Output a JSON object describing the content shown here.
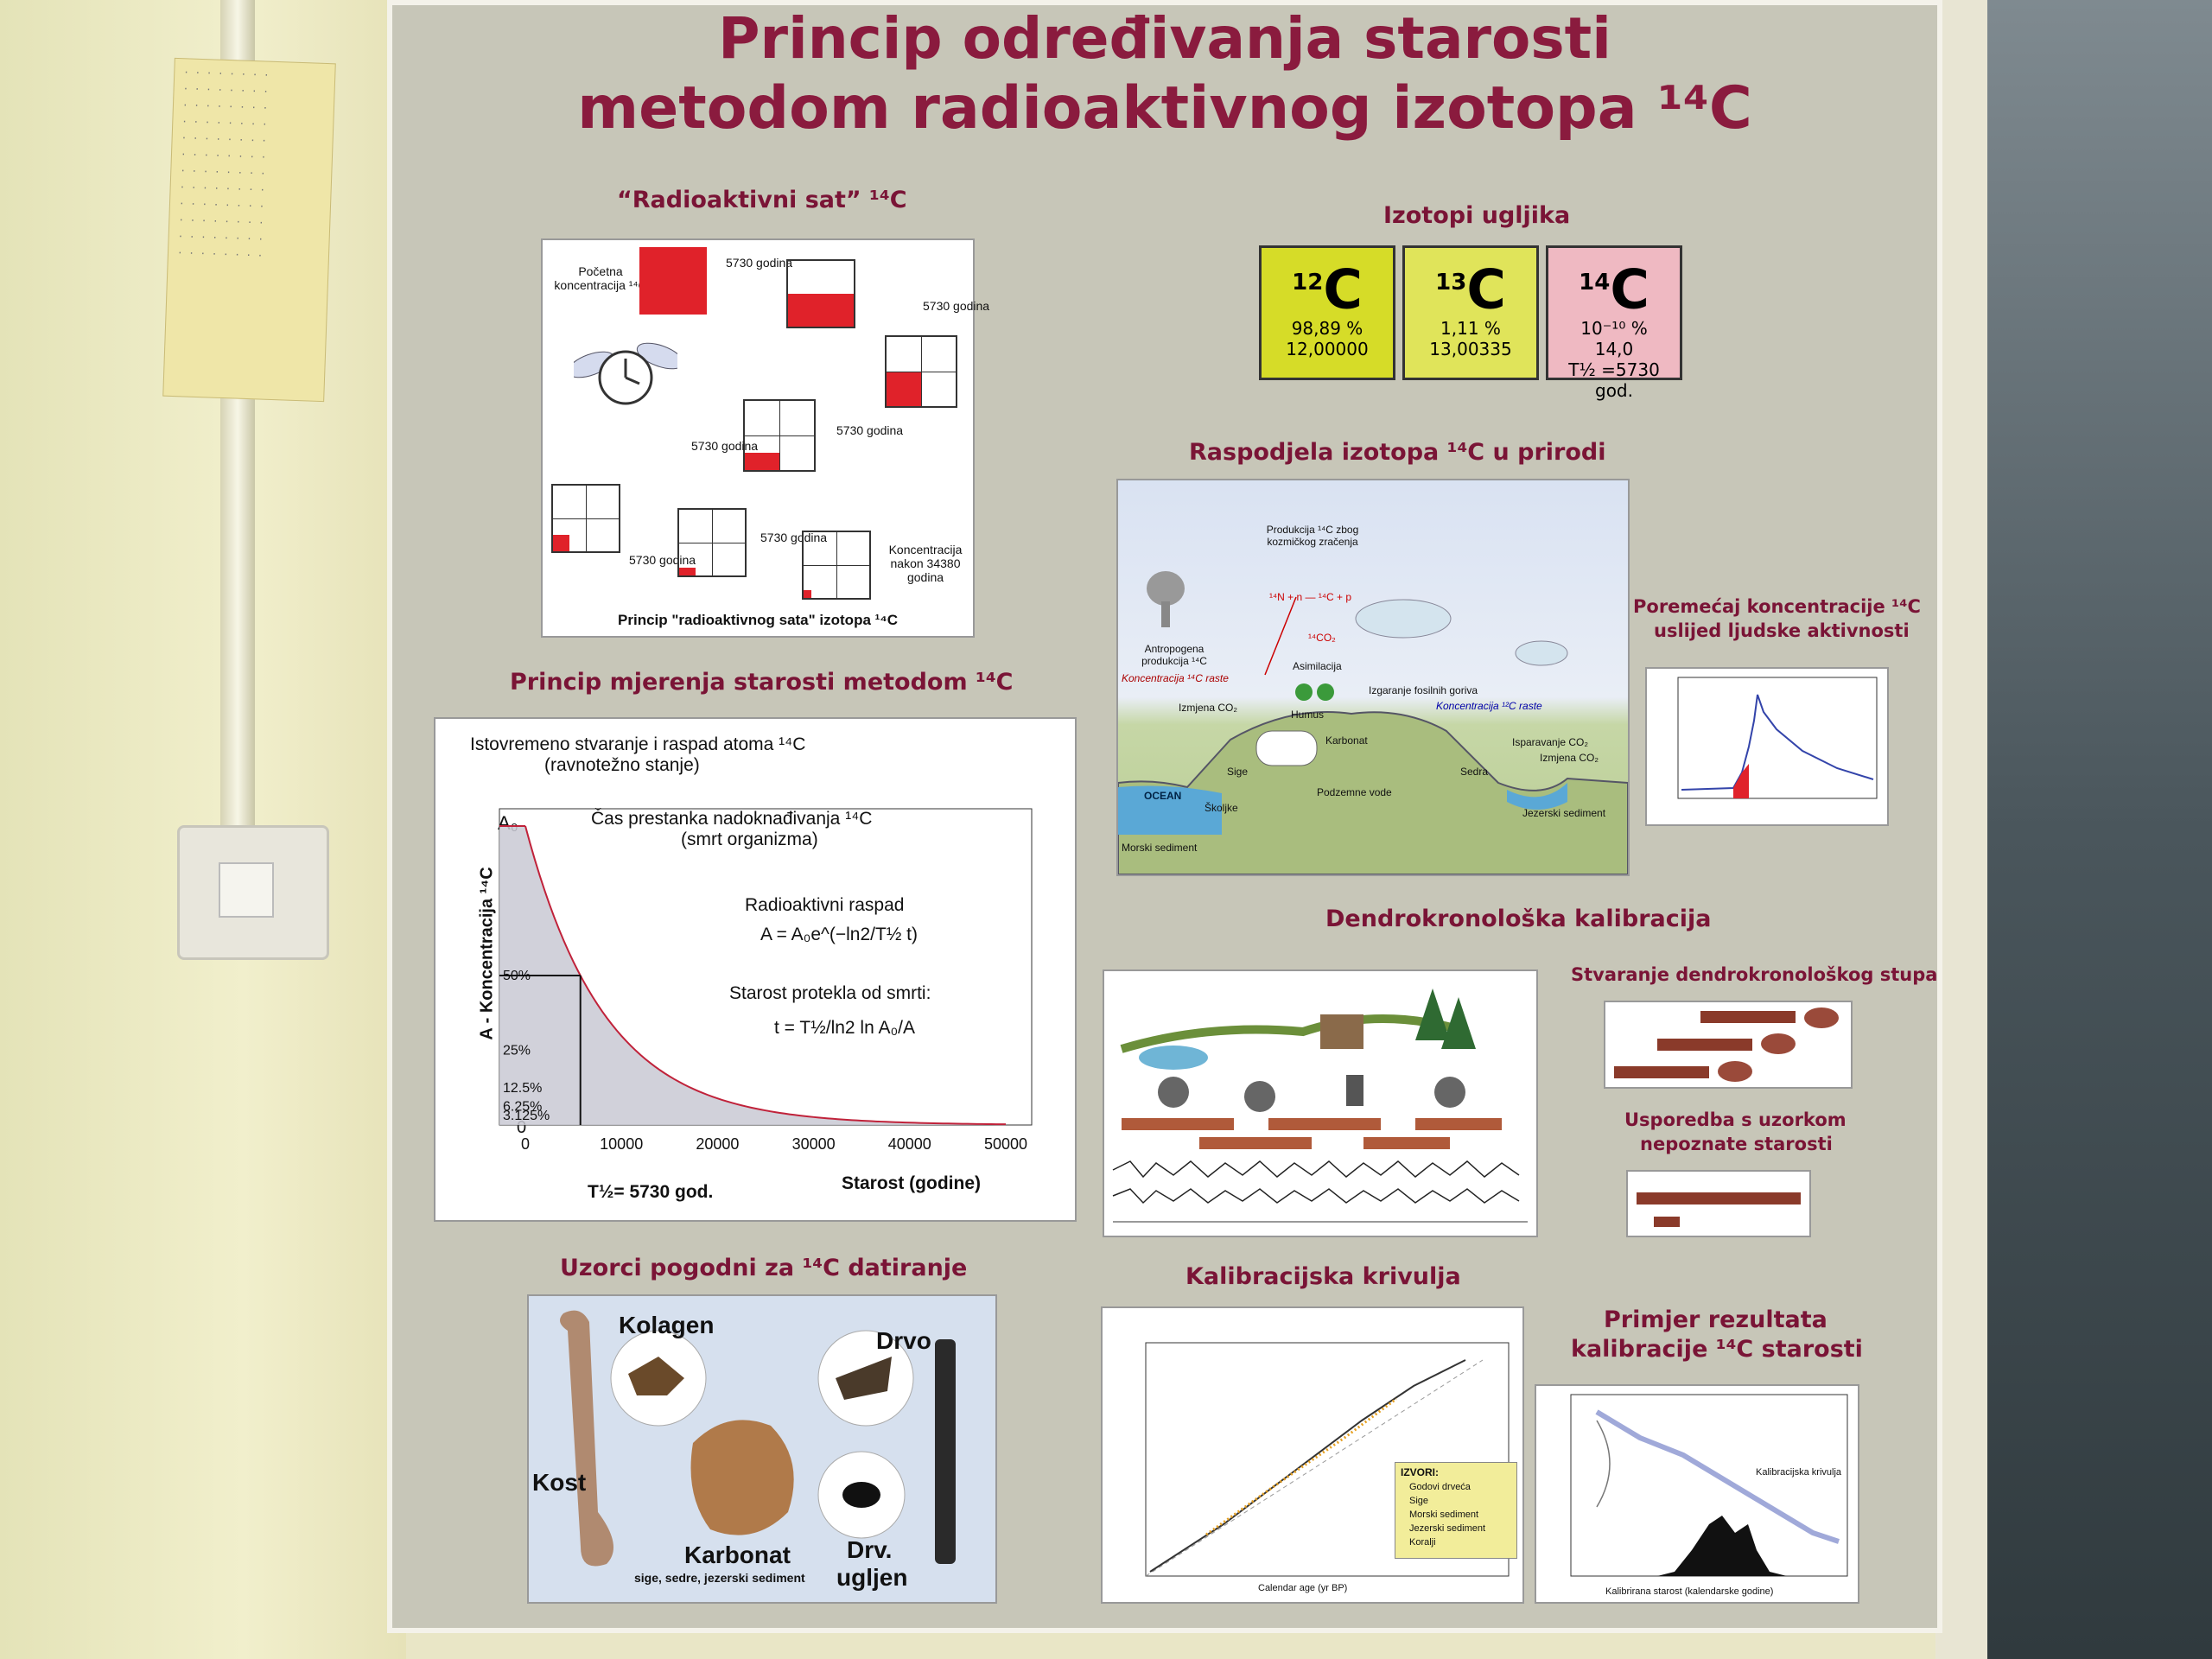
{
  "poster": {
    "title_line1": "Princip određivanja starosti",
    "title_line2": "metodom radioaktivnog izotopa ¹⁴C"
  },
  "clock_section": {
    "heading": "“Radioaktivni sat” ¹⁴C",
    "initial_label": "Početna koncentracija ¹⁴C",
    "step_label": "5730 godina",
    "final_label": "Koncentracija nakon 34380 godina",
    "caption": "Princip \"radioaktivnog sata\" izotopa ¹⁴C"
  },
  "isotopes": {
    "heading": "Izotopi ugljika",
    "items": [
      {
        "symbol": "C",
        "mass": "12",
        "abundance": "98,89 %",
        "value": "12,00000",
        "extra": "",
        "color": "#d6dc28"
      },
      {
        "symbol": "C",
        "mass": "13",
        "abundance": "1,11 %",
        "value": "13,00335",
        "extra": "",
        "color": "#e0e45a"
      },
      {
        "symbol": "C",
        "mass": "14",
        "abundance": "10⁻¹⁰ %",
        "value": "14,0",
        "extra": "T½ =5730 god.",
        "color": "#efb9c2"
      }
    ]
  },
  "distribution": {
    "heading": "Raspodjela izotopa ¹⁴C u prirodi",
    "labels": {
      "production": "Produkcija ¹⁴C zbog kozmičkog zračenja",
      "reaction": "¹⁴N + n — ¹⁴C + p",
      "co2": "¹⁴CO₂",
      "anthropogenic": "Antropogena produkcija ¹⁴C",
      "concentration_rise": "Koncentracija ¹⁴C raste",
      "assimilation": "Asimilacija",
      "exchange": "Izmjena CO₂",
      "fossil": "Izgaranje fosilnih goriva",
      "concentration_12c": "Koncentracija ¹²C raste",
      "humus": "Humus",
      "carbonate": "Karbonat",
      "evaporation": "Isparavanje CO₂",
      "exchange2": "Izmjena CO₂",
      "sige": "Sige",
      "ocean": "OCEAN",
      "shells": "Školjke",
      "groundwater": "Podzemne vode",
      "sedra": "Sedra",
      "marine_sed": "Morski sediment",
      "lake_sed": "Jezerski sediment"
    }
  },
  "disturbance": {
    "heading_line1": "Poremećaj koncentracije ¹⁴C",
    "heading_line2": "uslijed ljudske aktivnosti"
  },
  "measurement": {
    "heading": "Princip mjerenja starosti metodom ¹⁴C",
    "ann_equilibrium": "Istovremeno stvaranje i raspad atoma ¹⁴C",
    "ann_equilibrium2": "(ravnotežno stanje)",
    "ann_death": "Čas prestanka nadoknađivanja ¹⁴C",
    "ann_death2": "(smrt organizma)",
    "ann_decay": "Radioaktivni raspad",
    "ann_formula": "A = A₀e^(−ln2/T½ t)",
    "ann_age": "Starost protekla od smrti:",
    "ann_age_formula": "t = T½/ln2 ln A₀/A",
    "y_label": "A - Koncentracija ¹⁴C",
    "x_label": "Starost (godine)",
    "half_life": "T½= 5730 god.",
    "a0": "A₀",
    "zero": "0",
    "pct_labels": [
      "50%",
      "25%",
      "12.5%",
      "6.25%",
      "3.125%"
    ],
    "x_ticks": [
      "0",
      "10000",
      "20000",
      "30000",
      "40000",
      "50000"
    ]
  },
  "dendro": {
    "heading": "Dendrokronološka kalibracija",
    "side1": "Stvaranje dendrokronološkog stupa",
    "side2_line1": "Usporedba s uzorkom",
    "side2_line2": "nepoznate starosti"
  },
  "samples": {
    "heading": "Uzorci pogodni za ¹⁴C datiranje",
    "kolagen": "Kolagen",
    "drvo": "Drvo",
    "kost": "Kost",
    "karbonat": "Karbonat",
    "karbonat_sub": "sige, sedre, jezerski sediment",
    "drv_ugljen_1": "Drv.",
    "drv_ugljen_2": "ugljen"
  },
  "calibration": {
    "heading": "Kalibracijska krivulja",
    "legend_title": "IZVORI:",
    "legend": [
      "Godovi drveća",
      "Sige",
      "Morski sediment",
      "Jezerski sediment",
      "Koralji"
    ],
    "x_label": "Calendar age (yr BP)"
  },
  "example": {
    "heading_line1": "Primjer rezultata",
    "heading_line2": "kalibracije ¹⁴C starosti",
    "curve_label": "Kalibracijska krivulja",
    "x_label": "Kalibrirana starost (kalendarske godine)"
  }
}
